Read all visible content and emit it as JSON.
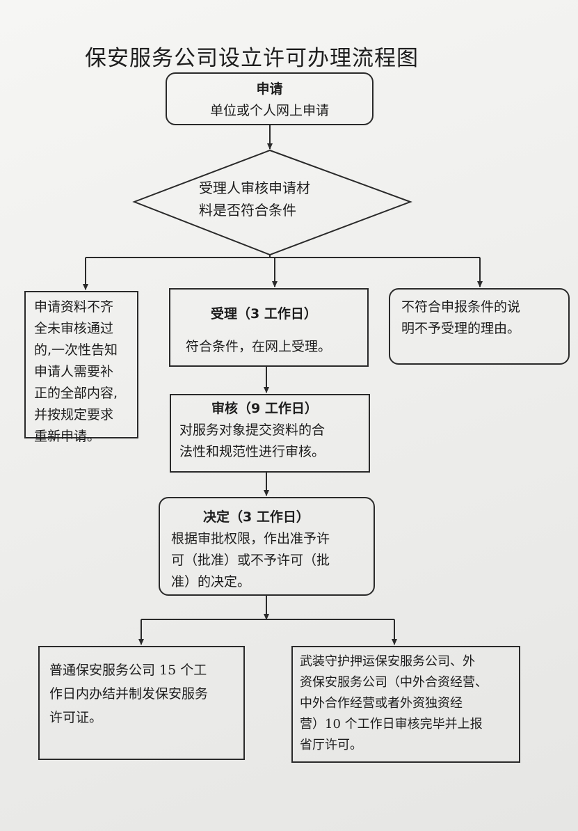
{
  "title": "保安服务公司设立许可办理流程图",
  "apply": {
    "heading": "申请",
    "text": "单位或个人网上申请"
  },
  "review_condition": {
    "line1": "受理人审核申请材",
    "line2": "料是否符合条件"
  },
  "incomplete": {
    "lines": [
      "申请资料不齐",
      "全未审核通过",
      "的,一次性告知",
      "申请人需要补",
      "正的全部内容,",
      "并按规定要求",
      "重新申请。"
    ]
  },
  "accept": {
    "heading": "受理（3 工作日）",
    "text": "符合条件，在网上受理。"
  },
  "reject": {
    "lines": [
      "不符合申报条件的说",
      "明不予受理的理由。"
    ]
  },
  "audit": {
    "heading": "审核（9 工作日）",
    "line1": "对服务对象提交资料的合",
    "line2": "法性和规范性进行审核。"
  },
  "decision": {
    "heading": "决定（3 工作日）",
    "line1": "根据审批权限，作出准予许",
    "line2": "可（批准）或不予许可（批",
    "line3": "准）的决定。"
  },
  "ordinary": {
    "line1": "普通保安服务公司 15 个工",
    "line2": "作日内办结并制发保安服务",
    "line3": "许可证。"
  },
  "armed": {
    "line1": "武装守护押运保安服务公司、外",
    "line2": "资保安服务公司（中外合资经营、",
    "line3": "中外合作经营或者外资独资经",
    "line4": "营）10 个工作日审核完毕并上报",
    "line5": "省厅许可。"
  }
}
